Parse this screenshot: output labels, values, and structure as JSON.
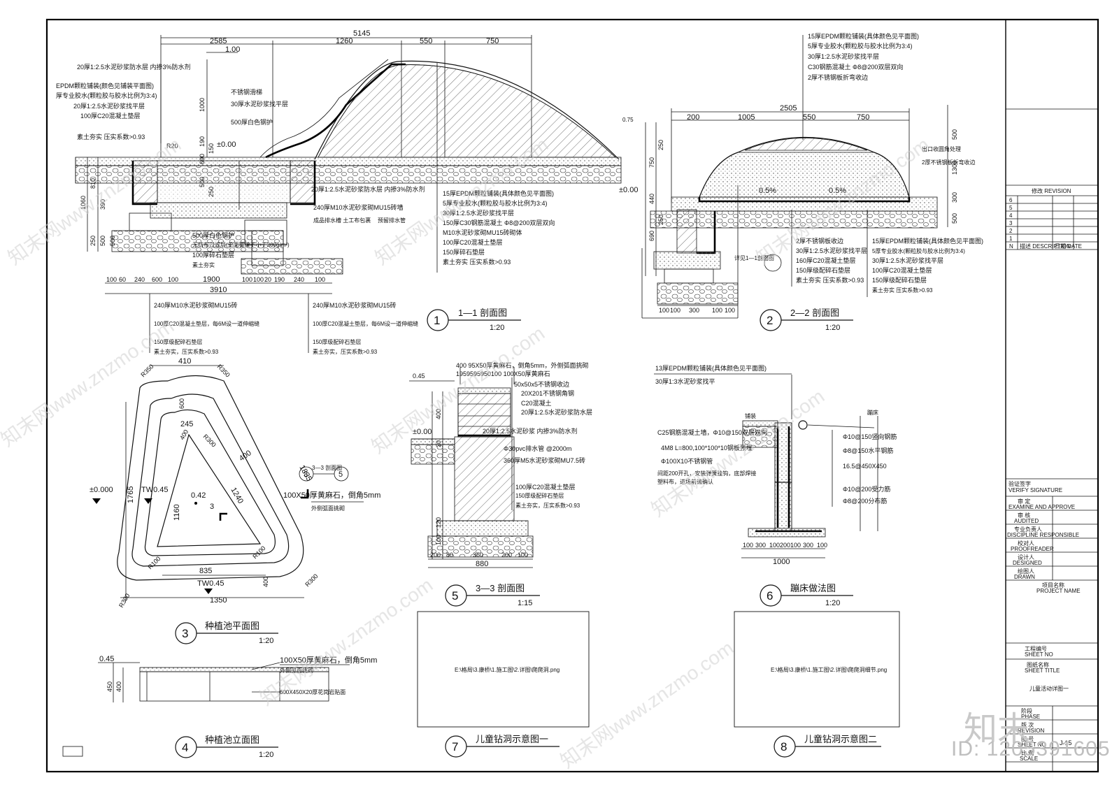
{
  "drawings": [
    {
      "num": "1",
      "title": "1—1 剖面图",
      "scale": "1:20"
    },
    {
      "num": "2",
      "title": "2—2 剖面图",
      "scale": "1:20"
    },
    {
      "num": "3",
      "title": "种植池平面图",
      "scale": "1:20"
    },
    {
      "num": "4",
      "title": "种植池立面图",
      "scale": "1:20"
    },
    {
      "num": "5",
      "title": "3—3 剖面图",
      "scale": "1:15"
    },
    {
      "num": "6",
      "title": "蹦床做法图",
      "scale": "1:20"
    },
    {
      "num": "7",
      "title": "儿童钻洞示意图一",
      "scale": ""
    },
    {
      "num": "8",
      "title": "儿童钻洞示意图二",
      "scale": ""
    }
  ],
  "s1": {
    "dims_top": [
      "5145",
      "2585",
      "1260",
      "550",
      "750",
      "1.00"
    ],
    "dims_bottom": [
      "100",
      "60",
      "240",
      "600",
      "100",
      "1900",
      "100",
      "100",
      "20",
      "190",
      "240",
      "100"
    ],
    "total_bottom": "3910",
    "left_dims": [
      "1060",
      "810",
      "390",
      "250",
      "500",
      "500"
    ],
    "mid_dims": [
      "1000",
      "690",
      "150",
      "190",
      "500",
      "250"
    ],
    "lv": "±0.00",
    "r": "R20",
    "notes_top": [
      "20厚1:2.5水泥砂浆防水层 内掺3%防水剂",
      "EPDM颗粒铺装(颜色见铺装平面图)",
      "厚专业胶水(颗粒胶与胶水比例为3:4)",
      "20厚1:2.5水泥砂浆找平层",
      "100厚C20混凝土垫层",
      "素土夯实 压实系数>0.93"
    ],
    "notes_mid": [
      "不锈钢滑梯",
      "30厚水泥砂浆找平层",
      "500厚白色钢护"
    ],
    "notes_right": [
      "15厚EPDM颗粒铺装(具体颜色见平面图)",
      "5厚专业胶水(颗粒胶与胶水比例为3:4)",
      "30厚1:2.5水泥砂浆找平层",
      "150厚C30钢筋混凝土 Φ8@200双层双向",
      "M10水泥砂浆砌MU15砖砌体",
      "100厚C20混凝土垫层",
      "150厚碎石垫层",
      "素土夯实 压实系数>0.93"
    ],
    "notes_right_top": [
      "20厚1:2.5水泥砂浆防水层 内掺3%防水剂",
      "240厚M10水泥砂浆砌MU15砖墙",
      "成品排水槽 土工布包裹",
      "预留排水管"
    ],
    "notes_center": [
      "500厚白色钢护",
      "无纺布过滤层(单面覆膜不小于200g/m²)",
      "100厚碎石垫层",
      "素土夯实"
    ],
    "notes_lb": [
      "240厚M10水泥砂浆砌MU15砖",
      "100厚C20混凝土垫层，每6M设一道伸缩缝",
      "150厚级配碎石垫层",
      "素土夯实，压实系数>0.93"
    ],
    "notes_rb": [
      "240厚M10水泥砂浆砌MU15砖",
      "100厚C20混凝土垫层，每6M设一道伸缩缝",
      "150厚级配碎石垫层",
      "素土夯实，压实系数>0.93"
    ]
  },
  "s2": {
    "dims_top": [
      "2505",
      "200",
      "1005",
      "550",
      "750"
    ],
    "left_dims": [
      "750",
      "250",
      "440",
      "690",
      "250"
    ],
    "right_dims": [
      "500",
      "1300",
      "300",
      "500"
    ],
    "lv_top": "0.75",
    "lv": "±0.00",
    "slope": [
      "0.5%",
      "0.5%"
    ],
    "dims_bottom": [
      "100",
      "100",
      "300",
      "100",
      "100"
    ],
    "callout": "详见1—1剖面图",
    "notes_top": [
      "15厚EPDM颗粒铺装(具体颜色见平面图)",
      "5厚专业胶水(颗粒胶与胶水比例为3:4)",
      "30厚1:2.5水泥砂浆找平层",
      "C30钢筋混凝土 Φ8@200双层双向",
      "2厚不锈钢板折弯收边"
    ],
    "notes_right": [
      "出口收圆角处理",
      "2厚不锈钢板折弯收边"
    ],
    "notes_bl": [
      "2厚不锈钢板收边",
      "30厚1:2.5水泥砂浆找平层",
      "160厚C20混凝土垫层",
      "150厚级配碎石垫层",
      "素土夯实 压实系数>0.93"
    ],
    "notes_br": [
      "15厚EPDM颗粒铺装(具体颜色见平面图)",
      "5厚专业胶水(颗粒胶与胶水比例为3:4)",
      "30厚1:2.5水泥砂浆找平层",
      "100厚C20混凝土垫层",
      "150厚级配碎石垫层",
      "素土夯实 压实系数>0.93"
    ]
  },
  "s3": {
    "dims": [
      "410",
      "R350",
      "R350",
      "600",
      "245",
      "R300",
      "400",
      "400",
      "1835",
      "1240",
      "1160",
      "1765",
      "835",
      "1350",
      "R100",
      "R100",
      "R300",
      "R300",
      "400"
    ],
    "lv": "±0.000",
    "tw": "TW0.45",
    "tw2": "TW0.45",
    "center": "0.42",
    "label": "3",
    "callout": "3—3 剖面图",
    "callout_num": "3",
    "callout_sheet": "5",
    "note": "100X50厚黄麻石，倒角5mm",
    "note2": "外侧弧面挑砌"
  },
  "s4": {
    "lv": "0.45",
    "dims": [
      "450",
      "400"
    ],
    "note1": "100X50厚黄麻石，倒角5mm",
    "note1b": "外侧弧面挑砌",
    "note2": "600X450X20厚花岗岩贴面"
  },
  "s5": {
    "lv_top": "0.45",
    "lv": "±0.00",
    "top_dims": [
      "400",
      "95",
      "X50",
      "厚",
      "黄",
      "麻",
      "石"
    ],
    "notes": [
      "400 95X50厚黄麻石，倒角5mm，外侧弧面挑砌",
      "1959595950100  100X50厚黄麻石",
      "50x50x5不锈钢收边",
      "20X201不锈钢角钢",
      "C20混凝土",
      "20厚1:2.5水泥砂浆防水层",
      "20厚1:2.5水泥砂浆 内掺3%防水剂",
      "Φ30pvc排水管 @2000m",
      "360厚M5水泥砂浆砌MU7.5砖",
      "100厚C20混凝土垫层",
      "150厚级配碎石垫层",
      "素土夯实，压实系数>0.93"
    ],
    "left_dims": [
      "400",
      "20",
      "120",
      "100"
    ],
    "bottom_dims": [
      "200",
      "80",
      "360",
      "200",
      "100"
    ],
    "total": "880"
  },
  "s6": {
    "notes_top": [
      "13厚EPDM颗粒铺装(具体颜色见平面图)",
      "30厚1:3水泥砂浆找平"
    ],
    "notes_left": [
      "C25钢筋混凝土墙，Φ10@150双层双向",
      "4M8  L=800,100*100*10钢板预埋",
      "Φ100X10不锈钢管",
      "间距200开孔，安装弹簧挂钩，底部焊接",
      "塑料布，进场前请确认"
    ],
    "notes_right": [
      "Φ10@150竖向钢筋",
      "Φ8@150水平钢筋",
      "16.5@450X450",
      "Φ10@200受力筋",
      "Φ8@200分布筋"
    ],
    "labels": [
      "铺装",
      "蹦床"
    ],
    "dims_bottom": [
      "100",
      "300",
      "100",
      "200",
      "100",
      "300",
      "100"
    ],
    "total": "1000"
  },
  "p7": "E:\\格局\\3.康桥\\1.施工图\\2.详图\\爬爬洞.png",
  "p8": "E:\\格局\\3.康桥\\1.施工图\\2.详图\\爬爬洞细节.png",
  "titleblock": {
    "rev_title": "修改  REVISION",
    "rev_rows": [
      "6",
      "5",
      "4",
      "3",
      "2",
      "1"
    ],
    "rev_foot": [
      "N",
      "描述 DESCRIPTION",
      "日期 DATE"
    ],
    "sig_title": "验证签字",
    "sig_sub": "VERIFY SIGNATURE",
    "roles": [
      {
        "cn": "审 定",
        "en": "EXAMINE AND APPROVE"
      },
      {
        "cn": "审 核",
        "en": "AUDITED"
      },
      {
        "cn": "专业负责人",
        "en": "DISCIPLINE RESPONSIBLE"
      },
      {
        "cn": "校对人",
        "en": "PROOFREADER"
      },
      {
        "cn": "设计人",
        "en": "DESIGNED"
      },
      {
        "cn": "绘图人",
        "en": "DRAWN"
      }
    ],
    "project_cn": "项目名称",
    "project_en": "PROJECT NAME",
    "sheetno_cn": "工程编号",
    "sheetno_en": "SHEET NO",
    "title_cn": "图纸名称",
    "title_en": "SHEET TITLE",
    "sheet_title": "儿童活动详图一",
    "phase": [
      "阶段",
      "PHASE"
    ],
    "version": [
      "版 次",
      "REVISION"
    ],
    "sheet_no": [
      "图 号",
      "SHEET NO"
    ],
    "sheet_val": "J-15",
    "scale": [
      "比 例",
      "SCALE"
    ]
  },
  "watermarks": [
    "知末网www.znzmo.com",
    "知末网www.znzmo.com",
    "知末网www.znzmo.com",
    "知末网www.znzmo.com",
    "知末网www.znzmo.com",
    "知末网www.znzmo.com",
    "知末网www.znzmo.com",
    "知末网www.znzmo.com"
  ],
  "brand": "知末",
  "id_text": "ID: 1205391605"
}
